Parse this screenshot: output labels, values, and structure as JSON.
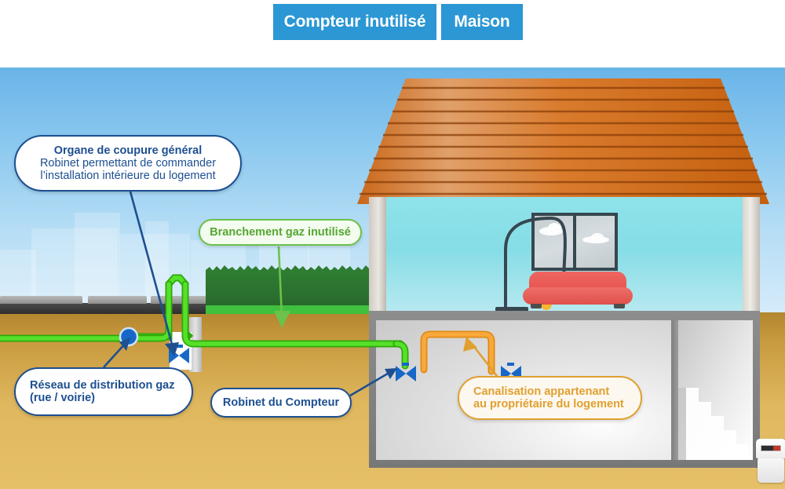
{
  "tabs": [
    {
      "label": "Compteur inutilisé",
      "active": true
    },
    {
      "label": "Maison",
      "active": false
    }
  ],
  "colors": {
    "tab_bg": "#2b97d4",
    "tab_text": "#ffffff",
    "blue_callout_border": "#1d4f91",
    "blue_callout_text": "#1d4f91",
    "green_callout_border": "#6cc24a",
    "green_callout_text": "#54a832",
    "orange_callout_border": "#e0a030",
    "orange_callout_text": "#e0a030",
    "gas_pipe_unused": "#3fd119",
    "gas_pipe_owner": "#f5a623",
    "valve": "#1767c8",
    "network_node": "#1767c8",
    "roof": "#d4731f",
    "ground": "#dfb75e",
    "sky_top": "#69b4e8",
    "room": "#86dde6",
    "sofa": "#e5504b",
    "basement": "#d9d9d9"
  },
  "callouts": {
    "ocg": {
      "lines": [
        "Organe de coupure général",
        "Robinet permettant de commander",
        "l’installation intérieure du logement"
      ]
    },
    "branchement": {
      "lines": [
        "Branchement gaz inutilisé"
      ]
    },
    "reseau": {
      "lines": [
        "Réseau de distribution gaz",
        "(rue / voirie)"
      ]
    },
    "robinet_compteur": {
      "lines": [
        "Robinet du Compteur"
      ]
    },
    "canalisation": {
      "lines": [
        "Canalisation appartenant",
        "au propriétaire du logement"
      ]
    }
  },
  "scene": {
    "elements": {
      "house": "maison en coupe",
      "roof": "toit en tuiles",
      "living_room": "salon",
      "window": "fenêtre",
      "lamp": "lampadaire",
      "sofa": "canapé",
      "basement": "sous-sol",
      "stairs": "escalier",
      "gas_meter": "compteur gaz",
      "valve_ocg": "robinet organe de coupure général",
      "valve_meter": "robinet du compteur",
      "valve_interior": "robinet intérieur",
      "hedge": "haie",
      "road": "chaussée",
      "network_node": "raccordement réseau"
    }
  }
}
